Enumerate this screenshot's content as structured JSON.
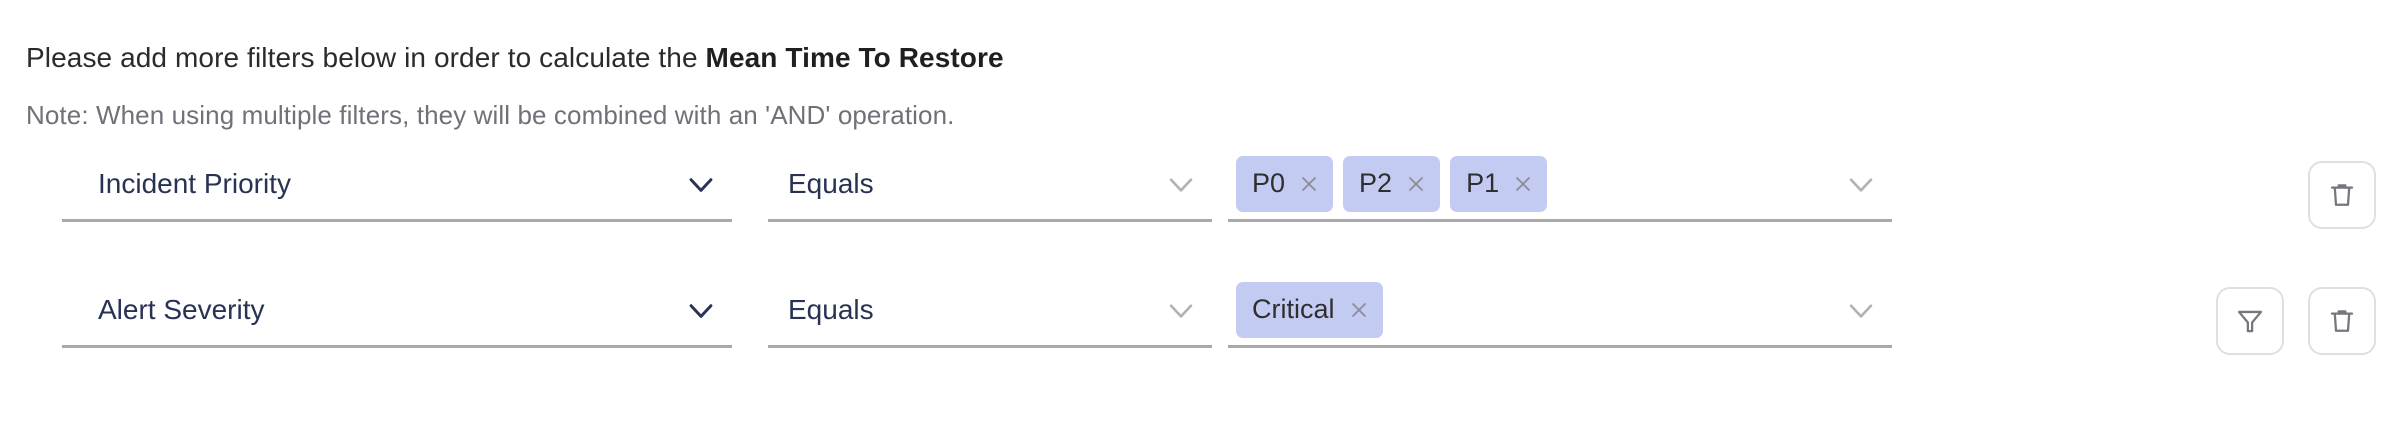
{
  "header": {
    "instruction_prefix": "Please add more filters below in order to calculate the ",
    "metric_name": "Mean Time To Restore",
    "note": "Note: When using multiple filters, they will be combined with an 'AND' operation."
  },
  "colors": {
    "chip_background": "#c3cbf3",
    "chip_text": "#2f2f2f",
    "field_text": "#283252",
    "note_text": "#70707a",
    "underline": "#a9a9a9",
    "button_border": "#e0e0e3",
    "icon_stroke": "#76767e"
  },
  "filter_rows": [
    {
      "field": {
        "value": "Incident Priority",
        "chevron_icon": "chevron-down-icon"
      },
      "operator": {
        "value": "Equals",
        "chevron_icon": "chevron-down-icon"
      },
      "value": {
        "chips": [
          {
            "label": "P0",
            "remove_icon": "close-icon"
          },
          {
            "label": "P2",
            "remove_icon": "close-icon"
          },
          {
            "label": "P1",
            "remove_icon": "close-icon"
          }
        ],
        "chevron_icon": "chevron-down-icon"
      },
      "actions": [
        {
          "name": "delete-filter-button",
          "icon": "trash-icon"
        }
      ]
    },
    {
      "field": {
        "value": "Alert Severity",
        "chevron_icon": "chevron-down-icon"
      },
      "operator": {
        "value": "Equals",
        "chevron_icon": "chevron-down-icon"
      },
      "value": {
        "chips": [
          {
            "label": "Critical",
            "remove_icon": "close-icon"
          }
        ],
        "chevron_icon": "chevron-down-icon"
      },
      "actions": [
        {
          "name": "add-filter-button",
          "icon": "funnel-icon"
        },
        {
          "name": "delete-filter-button",
          "icon": "trash-icon"
        }
      ]
    }
  ]
}
